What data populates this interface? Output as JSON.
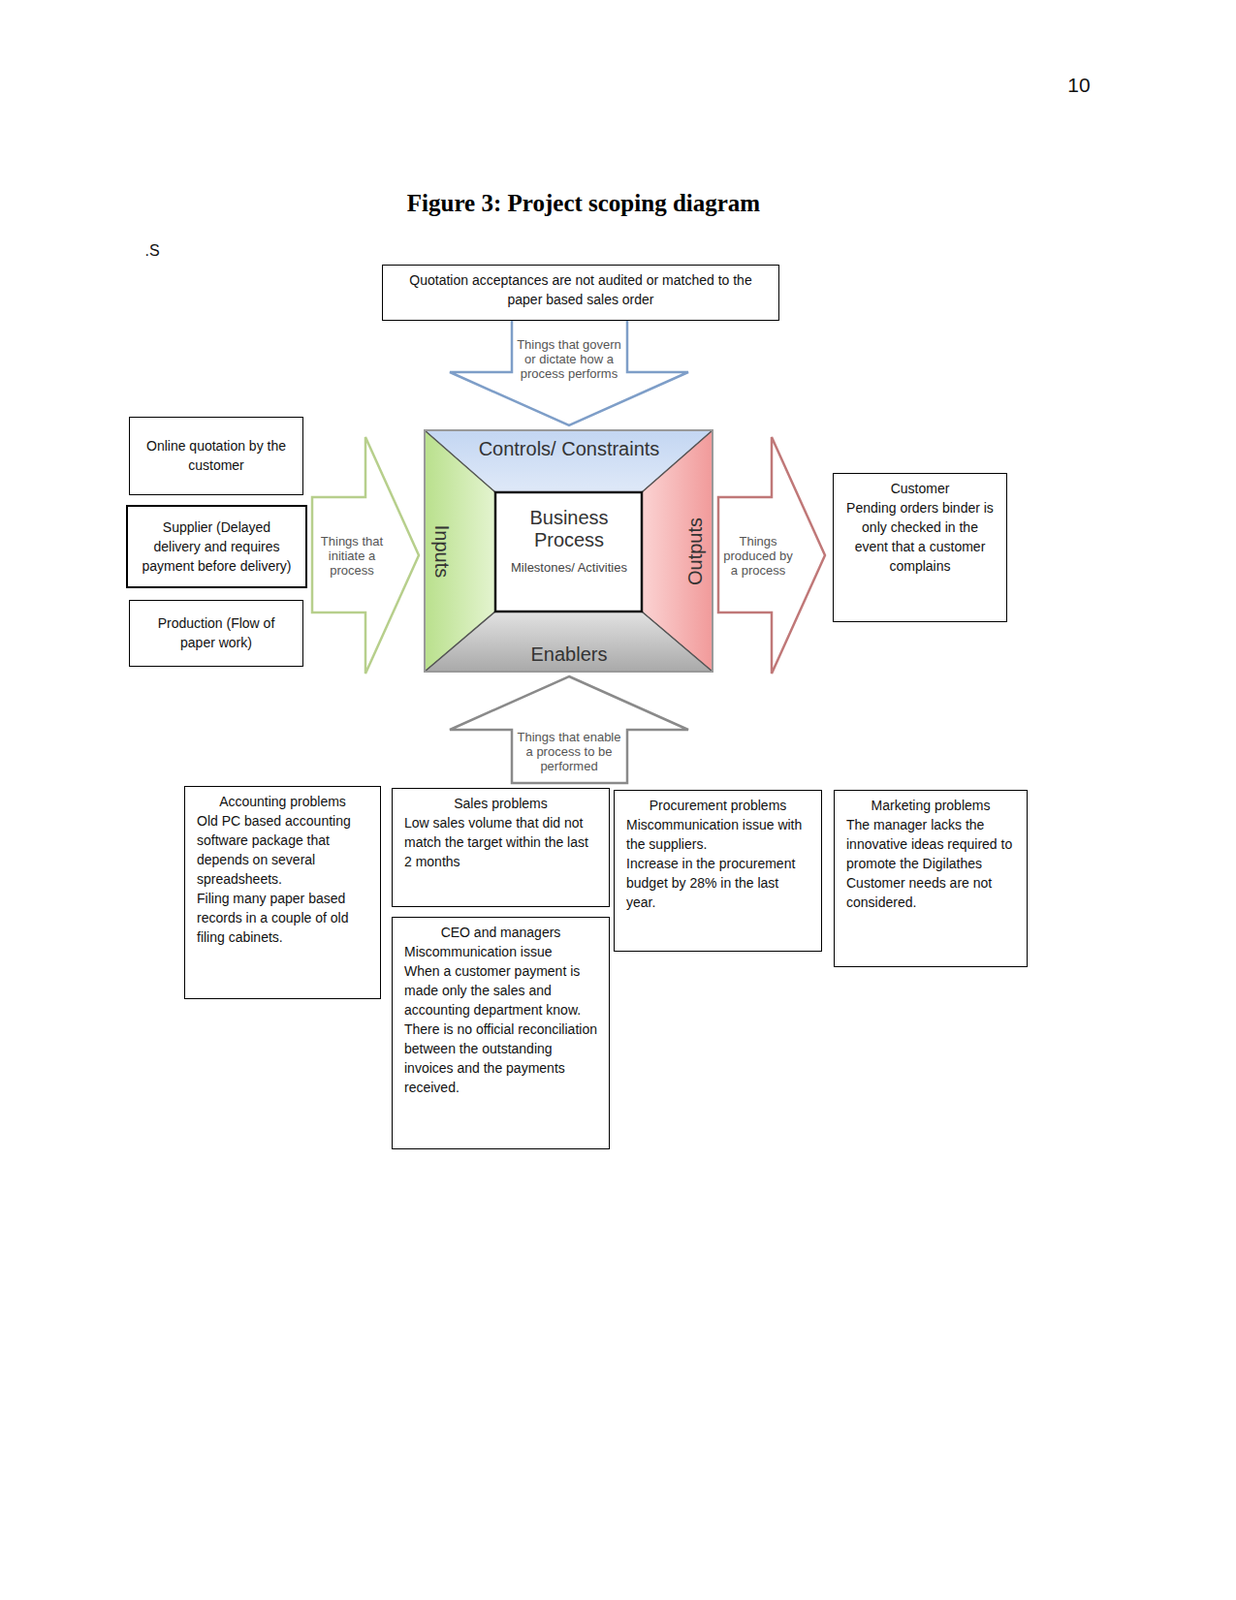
{
  "diagram": {
    "title": "Figure 3: Project scoping diagram",
    "nodes": [
      {
        "text": [
          "Quotation acceptances are not audited or matched to the paper based sales order"
        ]
      },
      {
        "text": [
          "Online quotation by the customer"
        ]
      },
      {
        "text": [
          "Supplier (Delayed delivery and requires payment before delivery)"
        ]
      },
      {
        "text": [
          "Production (Flow of paper work)"
        ]
      },
      {
        "text": [
          "Customer",
          "Pending orders binder is only checked in the event that a customer complains"
        ]
      },
      {
        "text": [
          "Accounting problems",
          "Old PC based accounting software package that depends on several spreadsheets.",
          "Filing many paper based records in a couple of old filing cabinets."
        ]
      },
      {
        "text": [
          "Sales problems",
          "Low sales volume that did not match the target within the last 2 months"
        ]
      },
      {
        "text": [
          "Procurement problems",
          "Miscommunication issue with the suppliers.",
          "Increase in the procurement budget by 28% in the last year."
        ]
      },
      {
        "text": [
          "Marketing problems",
          "The manager lacks the innovative ideas required to promote the Digilathes",
          "Customer needs are not considered."
        ]
      },
      {
        "text": [
          "CEO and managers",
          "Miscommunication issue",
          "When a customer payment is made only the sales and accounting department know.",
          "There is no official reconciliation between the outstanding invoices and the payments received."
        ]
      }
    ],
    "labels": [
      "10",
      ".S",
      "Things that govern or dictate how a process performs",
      "Controls/ Constraints",
      "Things that initiate a process",
      "Inputs",
      "Business Process",
      "Milestones/ Activities",
      "Outputs",
      "Things produced by a process",
      "Enablers",
      "Things that enable a process to be performed"
    ]
  }
}
